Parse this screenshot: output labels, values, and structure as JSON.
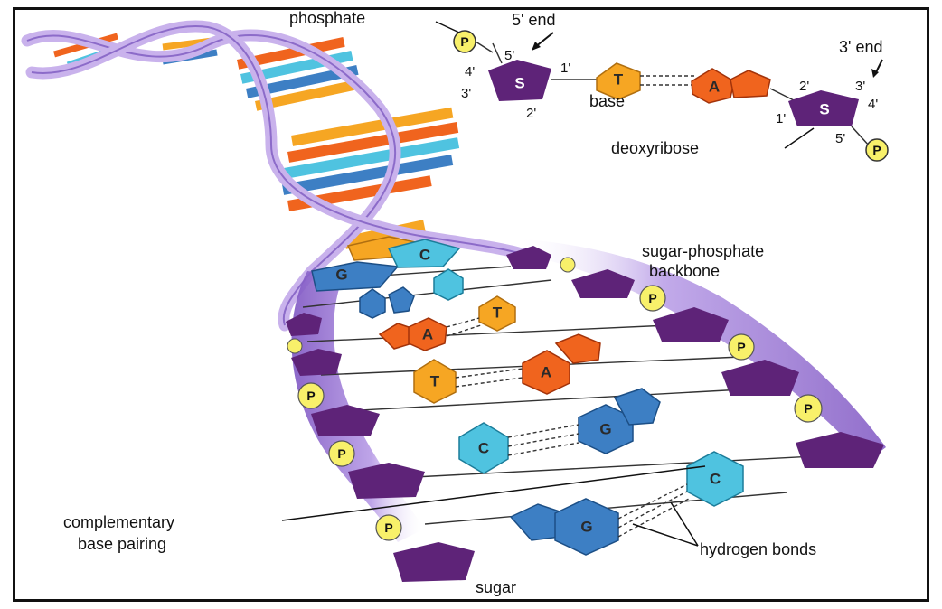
{
  "labels": {
    "phosphate": "phosphate",
    "five_end": "5' end",
    "three_end": "3' end",
    "base": "base",
    "deoxyribose": "deoxyribose",
    "backbone_line1": "sugar-phosphate",
    "backbone_line2": "backbone",
    "complementary_line1": "complementary",
    "complementary_line2": "base pairing",
    "hydrogen_bonds": "hydrogen bonds",
    "sugar": "sugar"
  },
  "carbon_labels": {
    "left_five": "5'",
    "left_four": "4'",
    "left_three": "3'",
    "left_one": "1'",
    "left_two": "2'",
    "right_two": "2'",
    "right_three": "3'",
    "right_four": "4'",
    "right_one": "1'",
    "right_five": "5'"
  },
  "symbols": {
    "phosphate": "P",
    "sugar": "S",
    "thymine": "T",
    "adenine": "A",
    "guanine": "G",
    "cytosine": "C"
  },
  "colors": {
    "sugar": "#5e2378",
    "phosphate": "#f8f06a",
    "adenine": "#f0641e",
    "thymine": "#f6a623",
    "guanine": "#3d7fc4",
    "cytosine": "#4fc3e0",
    "backbone_ribbon": "#a785d6",
    "helix_ribbon": "#c9b2ec"
  }
}
